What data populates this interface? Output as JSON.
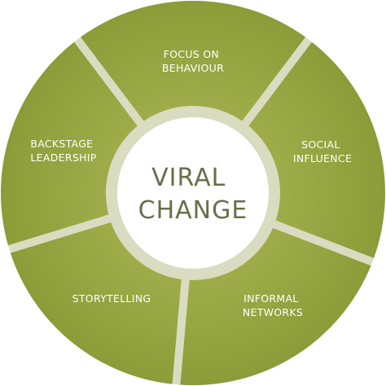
{
  "center": {
    "line1": "VIRAL",
    "line2": "CHANGE"
  },
  "segments": [
    {
      "id": "focus",
      "lines": [
        "FOCUS ON",
        "BEHAVIOUR"
      ]
    },
    {
      "id": "social",
      "lines": [
        "SOCIAL",
        "INFLUENCE"
      ]
    },
    {
      "id": "informal",
      "lines": [
        "INFORMAL",
        "NETWORKS"
      ]
    },
    {
      "id": "storytelling",
      "lines": [
        "STORYTELLING"
      ]
    },
    {
      "id": "backstage",
      "lines": [
        "BACKSTAGE",
        "LEADERSHIP"
      ]
    }
  ],
  "colors": {
    "segment": "#8fa03c",
    "segment_inner": "#a1b04c",
    "ring": "#d9dcc0",
    "gap": "#d9dcc0",
    "center_text": "#6b6e4a"
  }
}
